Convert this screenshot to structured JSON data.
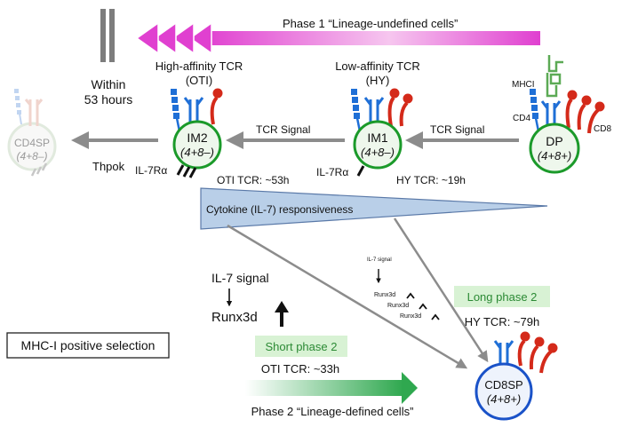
{
  "phase1": {
    "label": "Phase 1 “Lineage-undefined cells”",
    "color": "#e040d0"
  },
  "phase2": {
    "label": "Phase 2 “Lineage-defined cells”",
    "color": "#2fa84f"
  },
  "within": {
    "line1": "Within",
    "line2": "53 hours"
  },
  "cells": {
    "dp": {
      "name": "DP",
      "sub": "(4+8+)",
      "border": "#1b9a2a",
      "fill": "#eef7ec"
    },
    "im1": {
      "name": "IM1",
      "sub": "(4+8–)",
      "border": "#1b9a2a",
      "fill": "#eef7ec"
    },
    "im2": {
      "name": "IM2",
      "sub": "(4+8–)",
      "border": "#1b9a2a",
      "fill": "#eef7ec"
    },
    "cd4sp": {
      "name": "CD4SP",
      "sub": "(4+8–)",
      "border": "#c9d9c4",
      "fill": "#f3f3f1"
    },
    "cd8sp": {
      "name": "CD8SP",
      "sub": "(4+8+)",
      "border": "#1a52c8",
      "fill": "#eef3fc"
    }
  },
  "labels": {
    "high_affinity_1": "High-affinity TCR",
    "high_affinity_2": "(OTI)",
    "low_affinity_1": "Low-affinity TCR",
    "low_affinity_2": "(HY)",
    "mhci": "MHCI",
    "cd4": "CD4",
    "cd8": "CD8",
    "tcr_signal_left": "TCR Signal",
    "tcr_signal_right": "TCR Signal",
    "thpok": "Thpok",
    "il7ra_left": "IL-7Rα",
    "il7ra_right": "IL-7Rα",
    "oti_tcr_53": "OTI TCR: ~53h",
    "hy_tcr_19": "HY TCR: ~19h",
    "cytokine": "Cytokine (IL-7) responsiveness",
    "il7_signal": "IL-7 signal",
    "runx3d": "Runx3d",
    "il7_signal_small": "IL-7 signal",
    "runx3d_small_1": "Runx3d",
    "runx3d_small_2": "Runx3d",
    "runx3d_small_3": "Runx3d",
    "long_phase2": "Long phase 2",
    "hy_tcr_79": "HY TCR: ~79h",
    "short_phase2": "Short phase 2",
    "oti_tcr_33": "OTI TCR: ~33h",
    "mhc_box": "MHC-I positive selection"
  },
  "colors": {
    "grey_arrow": "#8c8c8c",
    "triangle_fill": "#b9cfe8",
    "triangle_stroke": "#5a79a8",
    "tcr_blue": "#1f6fd6",
    "cd8_red": "#d42a1a",
    "mhci_green": "#5caa55",
    "green_box": "#d8f2d4"
  }
}
